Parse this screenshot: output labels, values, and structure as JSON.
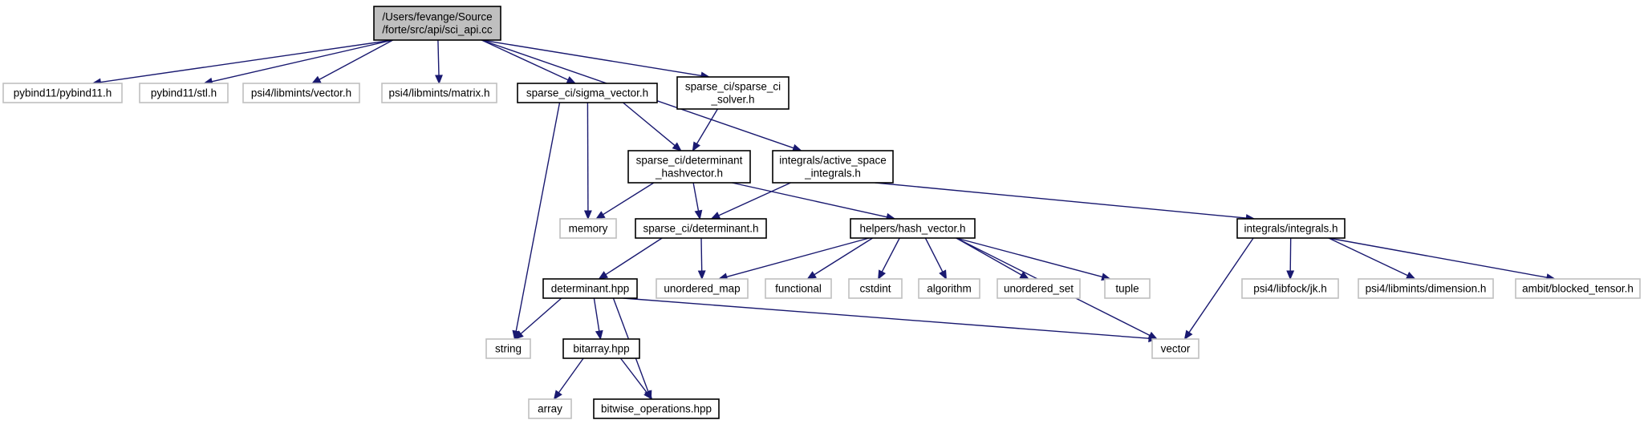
{
  "colors": {
    "edge": "#191970",
    "root_fill": "#bfbfbf",
    "box_border": "#000000",
    "external_border": "#bfbfbf",
    "text": "#000000"
  },
  "nodes": [
    {
      "id": "root",
      "lines": [
        "/Users/fevange/Source",
        "/forte/src/api/sci_api.cc"
      ],
      "kind": "root"
    },
    {
      "id": "pybind11",
      "lines": [
        "pybind11/pybind11.h"
      ],
      "kind": "external"
    },
    {
      "id": "pybind11stl",
      "lines": [
        "pybind11/stl.h"
      ],
      "kind": "external"
    },
    {
      "id": "psi4vector",
      "lines": [
        "psi4/libmints/vector.h"
      ],
      "kind": "external"
    },
    {
      "id": "psi4matrix",
      "lines": [
        "psi4/libmints/matrix.h"
      ],
      "kind": "external"
    },
    {
      "id": "sigma",
      "lines": [
        "sparse_ci/sigma_vector.h"
      ],
      "kind": "local"
    },
    {
      "id": "solver",
      "lines": [
        "sparse_ci/sparse_ci",
        "_solver.h"
      ],
      "kind": "local"
    },
    {
      "id": "detvec",
      "lines": [
        "sparse_ci/determinant",
        "_hashvector.h"
      ],
      "kind": "local"
    },
    {
      "id": "asi",
      "lines": [
        "integrals/active_space",
        "_integrals.h"
      ],
      "kind": "local"
    },
    {
      "id": "memory",
      "lines": [
        "memory"
      ],
      "kind": "external"
    },
    {
      "id": "det",
      "lines": [
        "sparse_ci/determinant.h"
      ],
      "kind": "local"
    },
    {
      "id": "hashvec",
      "lines": [
        "helpers/hash_vector.h"
      ],
      "kind": "local"
    },
    {
      "id": "integrals",
      "lines": [
        "integrals/integrals.h"
      ],
      "kind": "local"
    },
    {
      "id": "detpp",
      "lines": [
        "determinant.hpp"
      ],
      "kind": "local"
    },
    {
      "id": "umap",
      "lines": [
        "unordered_map"
      ],
      "kind": "external"
    },
    {
      "id": "functional",
      "lines": [
        "functional"
      ],
      "kind": "external"
    },
    {
      "id": "cstdint",
      "lines": [
        "cstdint"
      ],
      "kind": "external"
    },
    {
      "id": "algorithm",
      "lines": [
        "algorithm"
      ],
      "kind": "external"
    },
    {
      "id": "uset",
      "lines": [
        "unordered_set"
      ],
      "kind": "external"
    },
    {
      "id": "tuple",
      "lines": [
        "tuple"
      ],
      "kind": "external"
    },
    {
      "id": "jk",
      "lines": [
        "psi4/libfock/jk.h"
      ],
      "kind": "external"
    },
    {
      "id": "dimension",
      "lines": [
        "psi4/libmints/dimension.h"
      ],
      "kind": "external"
    },
    {
      "id": "ambit",
      "lines": [
        "ambit/blocked_tensor.h"
      ],
      "kind": "external"
    },
    {
      "id": "string",
      "lines": [
        "string"
      ],
      "kind": "external"
    },
    {
      "id": "bitarray",
      "lines": [
        "bitarray.hpp"
      ],
      "kind": "local"
    },
    {
      "id": "vector",
      "lines": [
        "vector"
      ],
      "kind": "external"
    },
    {
      "id": "array",
      "lines": [
        "array"
      ],
      "kind": "external"
    },
    {
      "id": "bitwise",
      "lines": [
        "bitwise_operations.hpp"
      ],
      "kind": "local"
    }
  ],
  "edges": [
    [
      "root",
      "pybind11"
    ],
    [
      "root",
      "pybind11stl"
    ],
    [
      "root",
      "psi4vector"
    ],
    [
      "root",
      "psi4matrix"
    ],
    [
      "root",
      "sigma"
    ],
    [
      "root",
      "solver"
    ],
    [
      "root",
      "asi"
    ],
    [
      "sigma",
      "detvec"
    ],
    [
      "sigma",
      "memory"
    ],
    [
      "sigma",
      "string"
    ],
    [
      "solver",
      "detvec"
    ],
    [
      "detvec",
      "memory"
    ],
    [
      "detvec",
      "det"
    ],
    [
      "detvec",
      "hashvec"
    ],
    [
      "asi",
      "det"
    ],
    [
      "asi",
      "integrals"
    ],
    [
      "det",
      "detpp"
    ],
    [
      "det",
      "umap"
    ],
    [
      "hashvec",
      "umap"
    ],
    [
      "hashvec",
      "functional"
    ],
    [
      "hashvec",
      "cstdint"
    ],
    [
      "hashvec",
      "algorithm"
    ],
    [
      "hashvec",
      "uset"
    ],
    [
      "hashvec",
      "tuple"
    ],
    [
      "hashvec",
      "vector"
    ],
    [
      "integrals",
      "vector"
    ],
    [
      "integrals",
      "jk"
    ],
    [
      "integrals",
      "dimension"
    ],
    [
      "integrals",
      "ambit"
    ],
    [
      "detpp",
      "string"
    ],
    [
      "detpp",
      "bitarray"
    ],
    [
      "detpp",
      "bitwise"
    ],
    [
      "detpp",
      "vector"
    ],
    [
      "bitarray",
      "array"
    ],
    [
      "bitarray",
      "bitwise"
    ]
  ]
}
